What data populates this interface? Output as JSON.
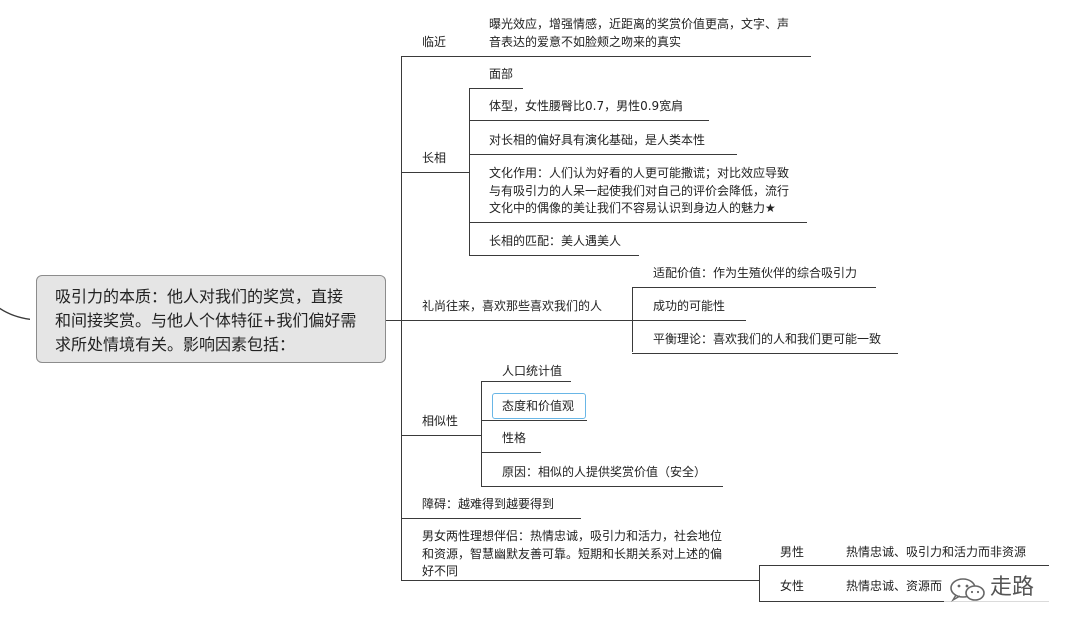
{
  "root": {
    "lines": [
      "吸引力的本质：他人对我们的奖赏，直接",
      "和间接奖赏。与他人个体特征+我们偏好需",
      "求所处情境有关。影响因素包括："
    ]
  },
  "branches": {
    "proximity": {
      "label": "临近",
      "detail": [
        "曝光效应，增强情感，近距离的奖赏价值更高，文字、声",
        "音表达的爱意不如脸颊之吻来的真实"
      ]
    },
    "appearance": {
      "label": "长相",
      "children": [
        [
          "面部"
        ],
        [
          "体型，女性腰臀比0.7，男性0.9宽肩"
        ],
        [
          "对长相的偏好具有演化基础，是人类本性"
        ],
        [
          "文化作用：人们认为好看的人更可能撒谎；对比效应导致",
          "与有吸引力的人呆一起使我们对自己的评价会降低，流行",
          "文化中的偶像的美让我们不容易认识到身边人的魅力★"
        ],
        [
          "长相的匹配：美人遇美人"
        ]
      ]
    },
    "reciprocity": {
      "label": "礼尚往来，喜欢那些喜欢我们的人",
      "children": [
        "适配价值：作为生殖伙伴的综合吸引力",
        "成功的可能性",
        "平衡理论：喜欢我们的人和我们更可能一致"
      ]
    },
    "similarity": {
      "label": "相似性",
      "children": [
        "人口统计值",
        "态度和价值观",
        "性格",
        "原因：相似的人提供奖赏价值（安全）"
      ]
    },
    "obstacle": {
      "label": "障碍：越难得到越要得到"
    },
    "ideal": {
      "label": [
        "男女两性理想伴侣：热情忠诚，吸引力和活力，社会地位",
        "和资源，智慧幽默友善可靠。短期和长期关系对上述的偏",
        "好不同"
      ],
      "children": [
        {
          "sex": "男性",
          "desc": "热情忠诚、吸引力和活力而非资源"
        },
        {
          "sex": "女性",
          "desc": "热情忠诚、资源而"
        }
      ]
    }
  },
  "watermark": {
    "text": "走路",
    "icon": "wechat-icon"
  },
  "colors": {
    "line": "#3a3a3a",
    "root_fill": "#e5e5e5",
    "selection": "#69b6e6"
  }
}
